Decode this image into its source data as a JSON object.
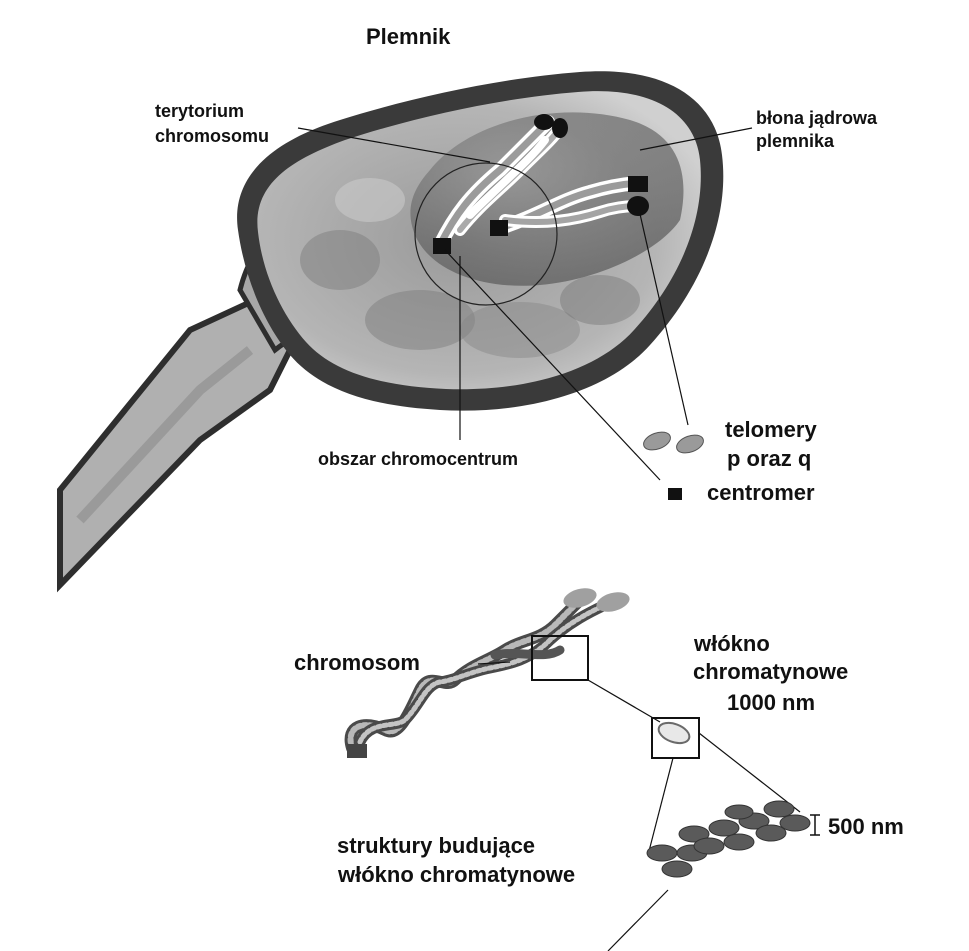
{
  "title": "Plemnik",
  "labels": {
    "chromosome_territory": [
      "terytorium",
      "chromosomu"
    ],
    "nuclear_envelope": [
      "błona jądrowa",
      "plemnika"
    ],
    "chromocenter": "obszar chromocentrum",
    "telomeres": [
      "telomery",
      "p oraz q"
    ],
    "centromere": "centromer",
    "chromosome": "chromosom",
    "chromatin_fiber": [
      "włókno",
      "chromatynowe",
      "1000 nm"
    ],
    "structures": [
      "struktury budujące",
      "włókno chromatynowe"
    ],
    "scale": "500 nm"
  },
  "colors": {
    "background": "#ffffff",
    "text": "#111111",
    "head_dark": "#3a3a3a",
    "head_mid": "#8a8a8a",
    "head_light": "#c8c8c8",
    "nucleosome": "#5a5a5a"
  }
}
